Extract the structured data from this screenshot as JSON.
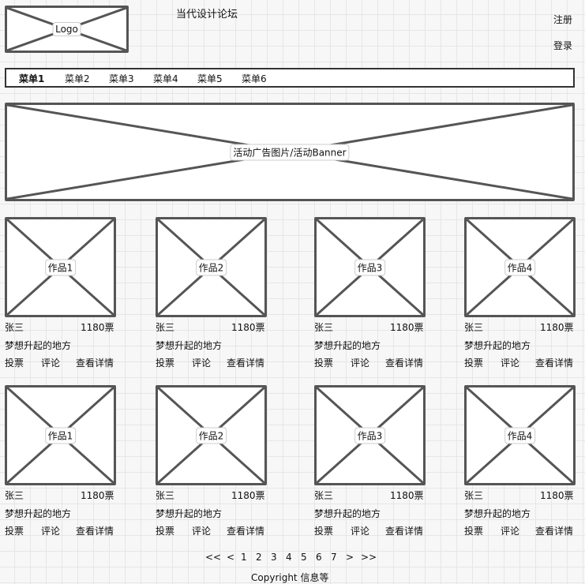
{
  "header": {
    "logo": "Logo",
    "site_title": "当代设计论坛",
    "register": "注册",
    "login": "登录"
  },
  "nav": {
    "items": [
      "菜单1",
      "菜单2",
      "菜单3",
      "菜单4",
      "菜单5",
      "菜单6"
    ],
    "active": 0
  },
  "banner": {
    "label": "活动广告图片/活动Banner"
  },
  "works": [
    [
      {
        "title": "作品1",
        "author": "张三",
        "votes": "1180票",
        "desc": "梦想升起的地方"
      },
      {
        "title": "作品2",
        "author": "张三",
        "votes": "1180票",
        "desc": "梦想升起的地方"
      },
      {
        "title": "作品3",
        "author": "张三",
        "votes": "1180票",
        "desc": "梦想升起的地方"
      },
      {
        "title": "作品4",
        "author": "张三",
        "votes": "1180票",
        "desc": "梦想升起的地方"
      }
    ],
    [
      {
        "title": "作品1",
        "author": "张三",
        "votes": "1180票",
        "desc": "梦想升起的地方"
      },
      {
        "title": "作品2",
        "author": "张三",
        "votes": "1180票",
        "desc": "梦想升起的地方"
      },
      {
        "title": "作品3",
        "author": "张三",
        "votes": "1180票",
        "desc": "梦想升起的地方"
      },
      {
        "title": "作品4",
        "author": "张三",
        "votes": "1180票",
        "desc": "梦想升起的地方"
      }
    ]
  ],
  "actions": {
    "vote": "投票",
    "comment": "评论",
    "details": "查看详情"
  },
  "pagination": [
    "<<",
    "<",
    "1",
    "2",
    "3",
    "4",
    "5",
    "6",
    "7",
    ">",
    ">>"
  ],
  "footer": {
    "copyright": "Copyright 信息等"
  }
}
